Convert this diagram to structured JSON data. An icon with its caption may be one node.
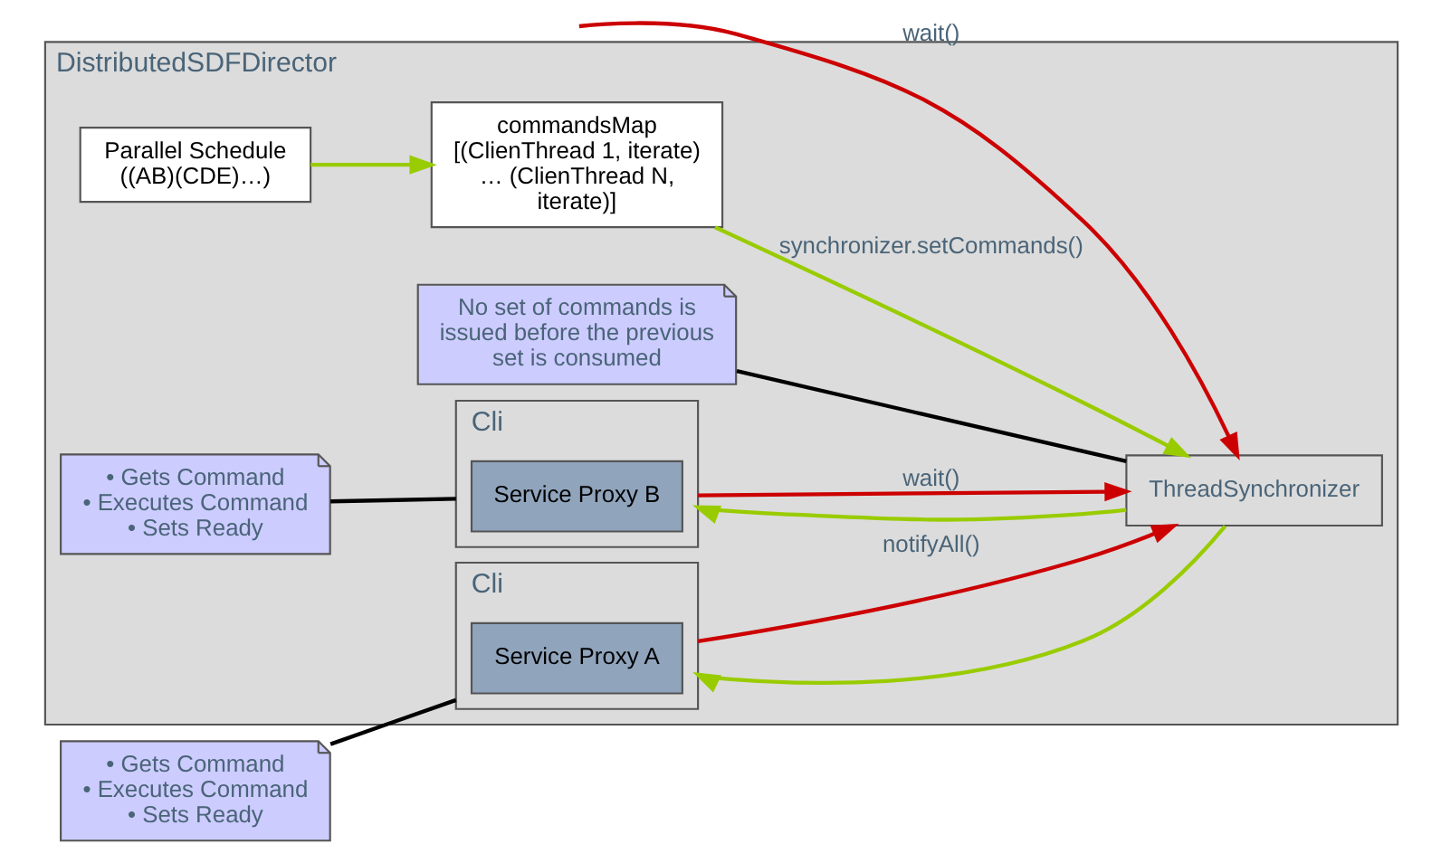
{
  "diagram": {
    "nodes": [
      {
        "text": [
          "DistributedSDFDirector"
        ]
      },
      {
        "text": [
          "No set of commands is issued before the previous set is consumed"
        ],
        "in": 0
      },
      {
        "text": [
          "Parallel Schedule",
          "((AB)(CDE)…)"
        ],
        "in": 0
      },
      {
        "text": [
          "commandsMap",
          "[(ClienThread 1, iterate) … (ClienThread N, iterate)]"
        ],
        "in": 0
      },
      {
        "text": [
          "ThreadSynchronizer"
        ],
        "in": 0
      },
      {
        "text": [
          "Cli"
        ],
        "in": 0
      },
      {
        "text": [
          "Service Proxy A"
        ],
        "in": 5
      },
      {
        "text": [
          "• Gets Command",
          "• Executes Command",
          "• Sets Ready"
        ]
      },
      {
        "text": [
          "Cli"
        ],
        "in": 0
      },
      {
        "text": [
          "Service Proxy B"
        ],
        "in": 8
      },
      {
        "text": [
          "• Gets Command",
          "• Executes Command",
          "• Sets Ready"
        ],
        "in": 0
      }
    ],
    "edges": [
      {
        "from": 2,
        "to": 3,
        "arrow": "to",
        "color": "#99cc00"
      },
      {
        "from": null,
        "to": 4,
        "arrow": "to",
        "label": "wait()",
        "color": "#cc0000"
      },
      {
        "from": 3,
        "to": 4,
        "arrow": "to",
        "label": "synchronizer.setCommands()",
        "color": "#99cc00"
      },
      {
        "from": 4,
        "to": 5,
        "arrow": "to",
        "color": "#99cc00"
      },
      {
        "from": 5,
        "to": 4,
        "arrow": "to",
        "label": "notifyAll()",
        "color": "#cc0000"
      },
      {
        "from": 4,
        "to": 8,
        "arrow": "to",
        "color": "#99cc00"
      },
      {
        "from": 8,
        "to": 4,
        "arrow": "to",
        "label": "wait()",
        "color": "#cc0000"
      },
      {
        "from": 1,
        "to": 4,
        "arrow": "none",
        "color": "#000000"
      },
      {
        "from": 7,
        "to": 5,
        "arrow": "none",
        "color": "#000000"
      },
      {
        "from": 10,
        "to": 8,
        "arrow": "none",
        "color": "#000000"
      }
    ]
  }
}
